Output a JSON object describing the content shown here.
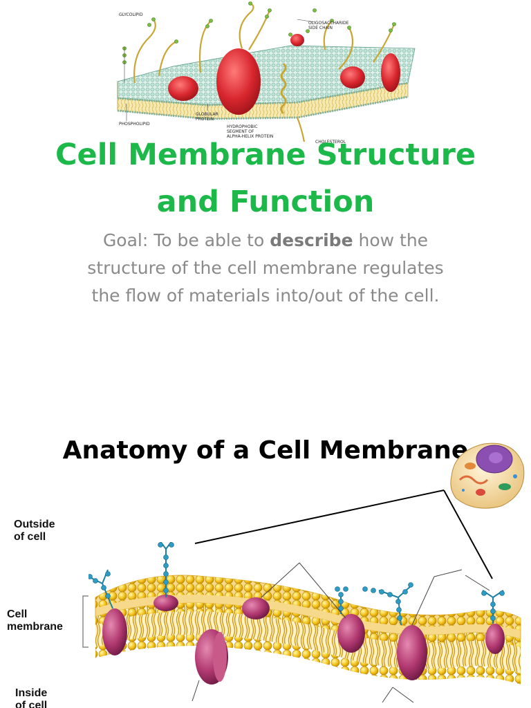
{
  "slide1": {
    "diagram_labels": {
      "glycolipid": "GLYCOLIPID",
      "oligosaccharide": "OLIGOSACCHARIDE\nSIDE CHAIN",
      "phospholipid": "PHOSPHOLIPID",
      "globular": "GLOBULAR\nPROTEIN",
      "hydrophobic": "HYDROPHOBIC\nSEGMENT OF\nALPHA-HELIX PROTEIN",
      "cholesterol": "CHOLESTEROL"
    },
    "title": "Cell Membrane Structure and Function",
    "goal_prefix": "Goal: To be able to ",
    "goal_bold": "describe",
    "goal_suffix": " how the structure of the cell membrane regulates the flow of materials into/out of the cell."
  },
  "slide2": {
    "title": "Anatomy of a Cell Membrane",
    "labels": {
      "outside": "Outside\nof cell",
      "membrane": "Cell\nmembrane",
      "inside": "Inside\nof cell"
    }
  },
  "colors": {
    "title_green": "#1db84a",
    "goal_gray": "#8a8a8a",
    "protein_red": "#d8262e",
    "protein_purple": "#b03870",
    "lipid_yellow": "#f3c21c",
    "carb_blue": "#2c9cc4"
  }
}
